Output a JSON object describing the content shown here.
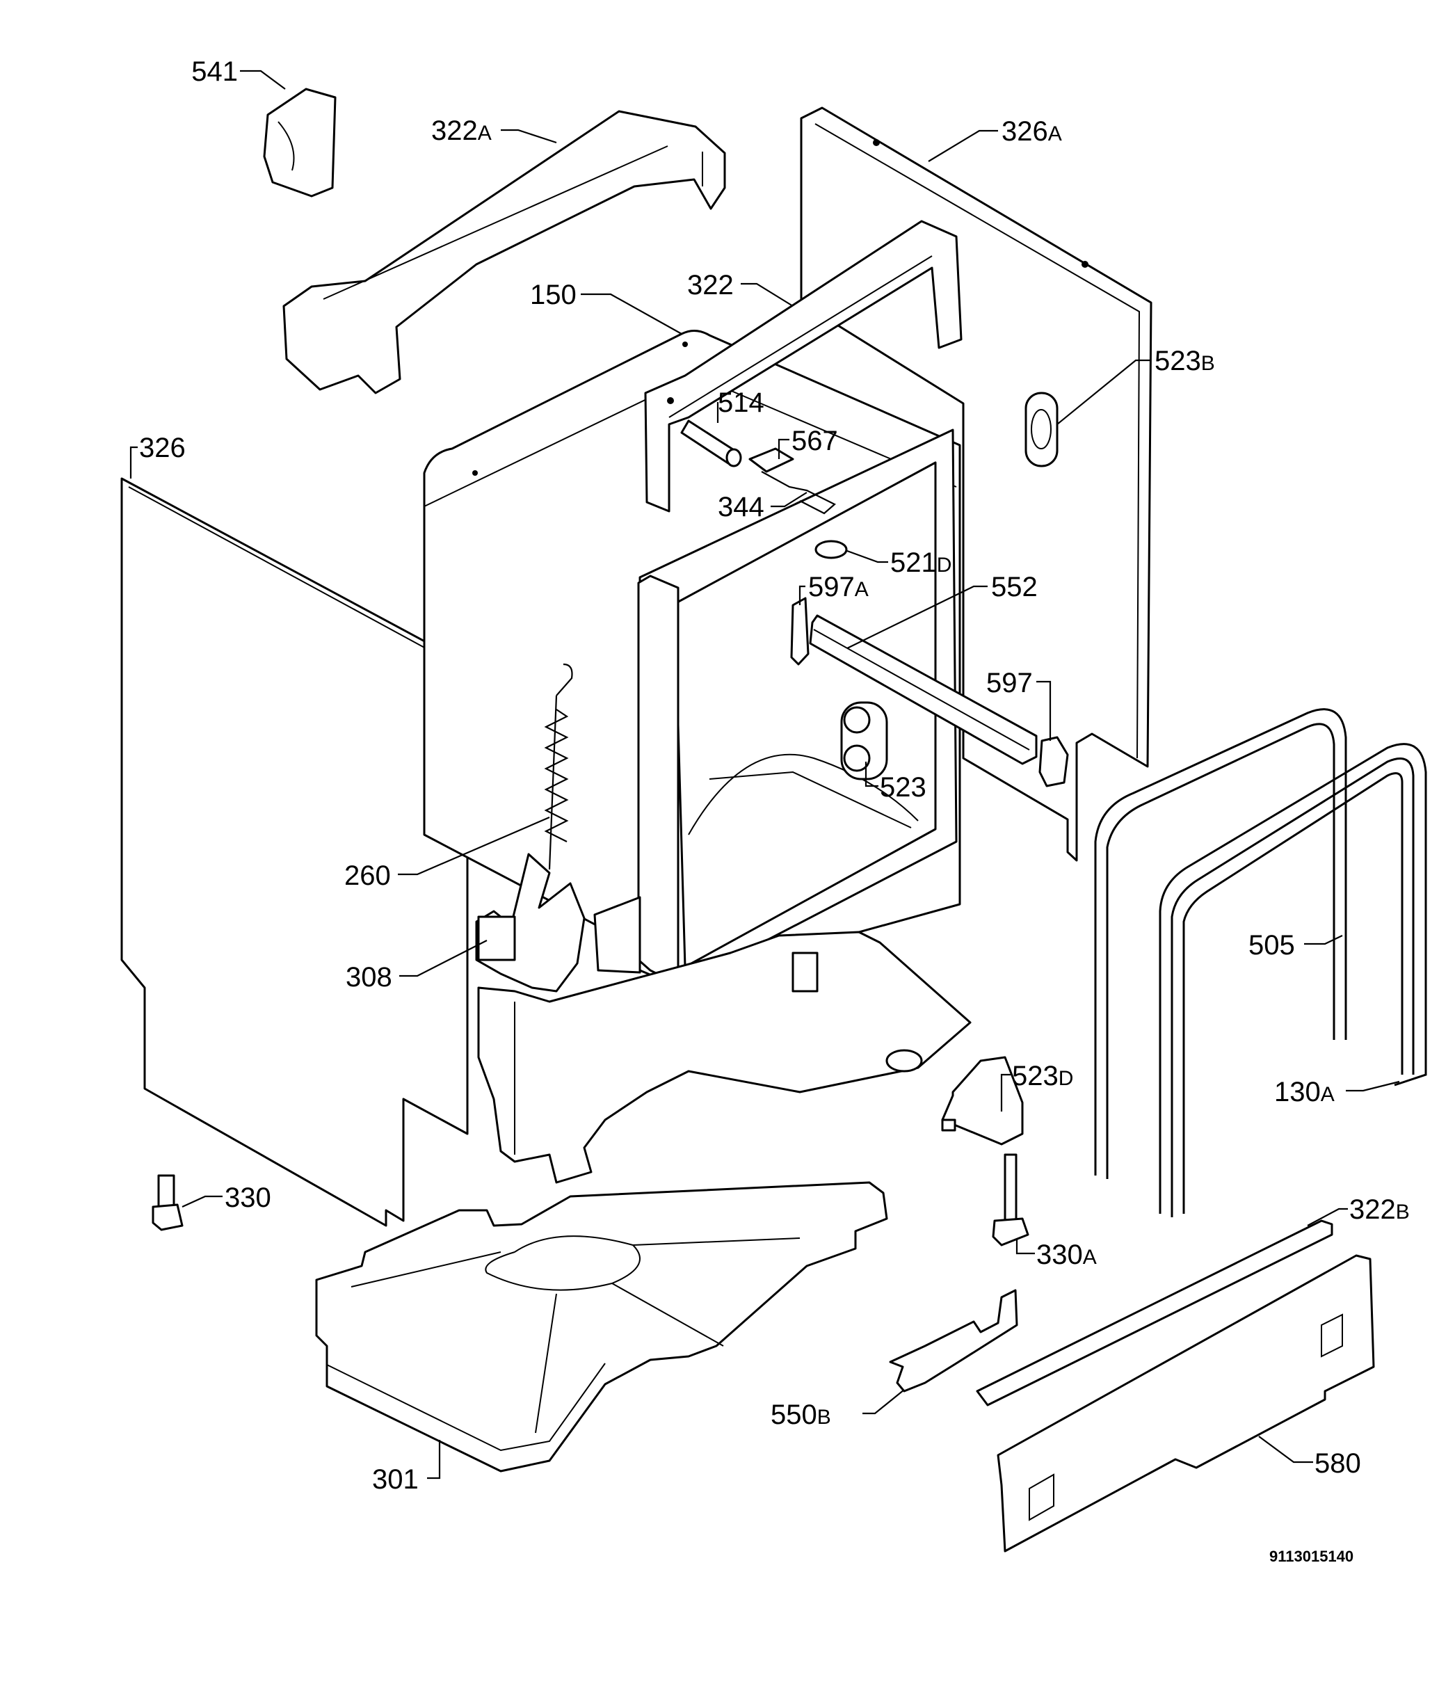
{
  "diagram_code": "9113015140",
  "labels": [
    {
      "id": "541",
      "num": "541",
      "sfx": ""
    },
    {
      "id": "322A",
      "num": "322",
      "sfx": "A"
    },
    {
      "id": "326A",
      "num": "326",
      "sfx": "A"
    },
    {
      "id": "150",
      "num": "150",
      "sfx": ""
    },
    {
      "id": "322",
      "num": "322",
      "sfx": ""
    },
    {
      "id": "523B",
      "num": "523",
      "sfx": "B"
    },
    {
      "id": "326",
      "num": "326",
      "sfx": ""
    },
    {
      "id": "514",
      "num": "514",
      "sfx": ""
    },
    {
      "id": "567",
      "num": "567",
      "sfx": ""
    },
    {
      "id": "344",
      "num": "344",
      "sfx": ""
    },
    {
      "id": "521D",
      "num": "521",
      "sfx": "D"
    },
    {
      "id": "597A",
      "num": "597",
      "sfx": "A"
    },
    {
      "id": "552",
      "num": "552",
      "sfx": ""
    },
    {
      "id": "597",
      "num": "597",
      "sfx": ""
    },
    {
      "id": "523",
      "num": "523",
      "sfx": ""
    },
    {
      "id": "260",
      "num": "260",
      "sfx": ""
    },
    {
      "id": "505",
      "num": "505",
      "sfx": ""
    },
    {
      "id": "308",
      "num": "308",
      "sfx": ""
    },
    {
      "id": "523D",
      "num": "523",
      "sfx": "D"
    },
    {
      "id": "130A",
      "num": "130",
      "sfx": "A"
    },
    {
      "id": "330",
      "num": "330",
      "sfx": ""
    },
    {
      "id": "322B",
      "num": "322",
      "sfx": "B"
    },
    {
      "id": "330A",
      "num": "330",
      "sfx": "A"
    },
    {
      "id": "550B",
      "num": "550",
      "sfx": "B"
    },
    {
      "id": "580",
      "num": "580",
      "sfx": ""
    },
    {
      "id": "301",
      "num": "301",
      "sfx": ""
    }
  ]
}
